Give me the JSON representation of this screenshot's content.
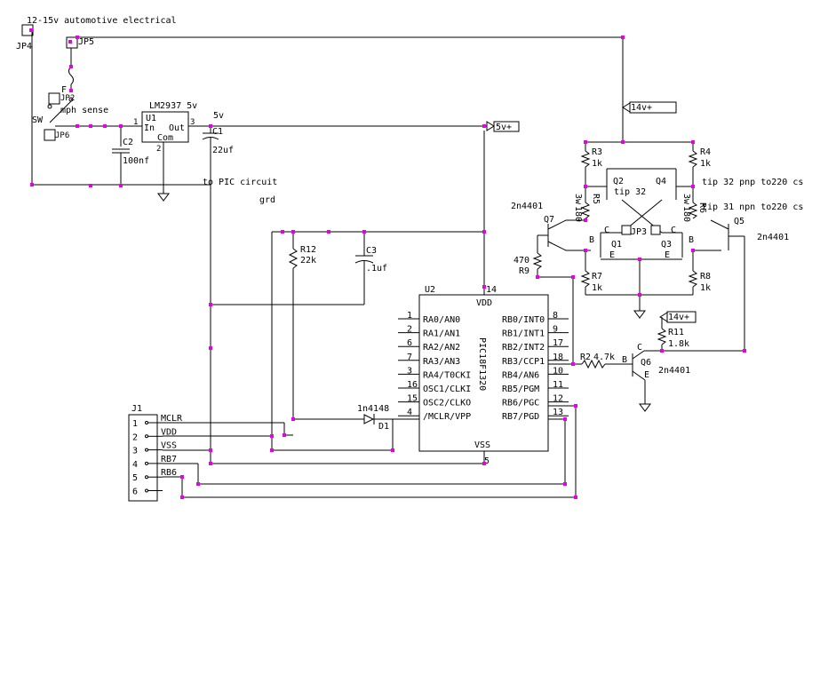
{
  "title": "12-15v automotive electrical",
  "colors": {
    "wire": "#000000",
    "junction": "#e600e6",
    "background": "#ffffff"
  },
  "connectors": {
    "jp4": "JP4",
    "jp5": "JP5",
    "jp6": "JP6",
    "jp2": "JP2",
    "jp3": "JP3",
    "sw": "SW",
    "mph": "mph sense",
    "f": "F"
  },
  "regulator": {
    "part": "LM2937 5v",
    "ref": "U1",
    "in": "In",
    "out": "Out",
    "com": "Com",
    "pin1": "1",
    "pin2": "2",
    "pin3": "3"
  },
  "caps": {
    "c1": "C1",
    "c1v": "22uf",
    "c2": "C2",
    "c2v": "100nf",
    "c3": "C3",
    "c3v": ".1uf"
  },
  "nets": {
    "five_v": "5v",
    "five_v_tag": "5v+",
    "to_pic": "to PIC circuit",
    "grd": "grd",
    "v14a": "14v+",
    "v14b": "14v+"
  },
  "resistors": {
    "r12": "R12",
    "r12v": "22k",
    "r3": "R3",
    "r3v": "1k",
    "r4": "R4",
    "r4v": "1k",
    "r5": "R5",
    "r5v": "180",
    "r5w": "3w",
    "r6": "R6",
    "r6v": "180",
    "r6w": "3w",
    "r7": "R7",
    "r7v": "1k",
    "r8": "R8",
    "r8v": "1k",
    "r9": "R9",
    "r9v": "470",
    "r2": "R2",
    "r2v": "4.7k",
    "r11": "R11",
    "r11v": "1.8k"
  },
  "transistors": {
    "q2": "Q2",
    "q4": "Q4",
    "q1": "Q1",
    "q3": "Q3",
    "q5": "Q5",
    "q6": "Q6",
    "q7": "Q7",
    "tip": "tip 32",
    "pnp_note": "tip 32 pnp to220 cs",
    "npn_note": "tip 31 npn to220 cs",
    "n4401a": "2n4401",
    "n4401b": "2n4401",
    "n4401c": "2n4401",
    "b": "B",
    "c": "C",
    "e": "E"
  },
  "pic": {
    "ref": "U2",
    "name": "PIC18F1320",
    "vdd": "VDD",
    "vss": "VSS",
    "pin14": "14",
    "pin5": "5",
    "left": [
      {
        "num": "1",
        "name": "RA0/AN0"
      },
      {
        "num": "2",
        "name": "RA1/AN1"
      },
      {
        "num": "6",
        "name": "RA2/AN2"
      },
      {
        "num": "7",
        "name": "RA3/AN3"
      },
      {
        "num": "3",
        "name": "RA4/T0CKI"
      },
      {
        "num": "16",
        "name": "OSC1/CLKI"
      },
      {
        "num": "15",
        "name": "OSC2/CLKO"
      },
      {
        "num": "4",
        "name": "/MCLR/VPP"
      }
    ],
    "right": [
      {
        "num": "8",
        "name": "RB0/INT0"
      },
      {
        "num": "9",
        "name": "RB1/INT1"
      },
      {
        "num": "17",
        "name": "RB2/INT2"
      },
      {
        "num": "18",
        "name": "RB3/CCP1"
      },
      {
        "num": "10",
        "name": "RB4/AN6"
      },
      {
        "num": "11",
        "name": "RB5/PGM"
      },
      {
        "num": "12",
        "name": "RB6/PGC"
      },
      {
        "num": "13",
        "name": "RB7/PGD"
      }
    ]
  },
  "diode": {
    "part": "1n4148",
    "ref": "D1"
  },
  "header": {
    "ref": "J1",
    "pins": [
      {
        "num": "1",
        "name": "MCLR"
      },
      {
        "num": "2",
        "name": "VDD"
      },
      {
        "num": "3",
        "name": "VSS"
      },
      {
        "num": "4",
        "name": "RB7"
      },
      {
        "num": "5",
        "name": "RB6"
      },
      {
        "num": "6",
        "name": ""
      }
    ]
  }
}
